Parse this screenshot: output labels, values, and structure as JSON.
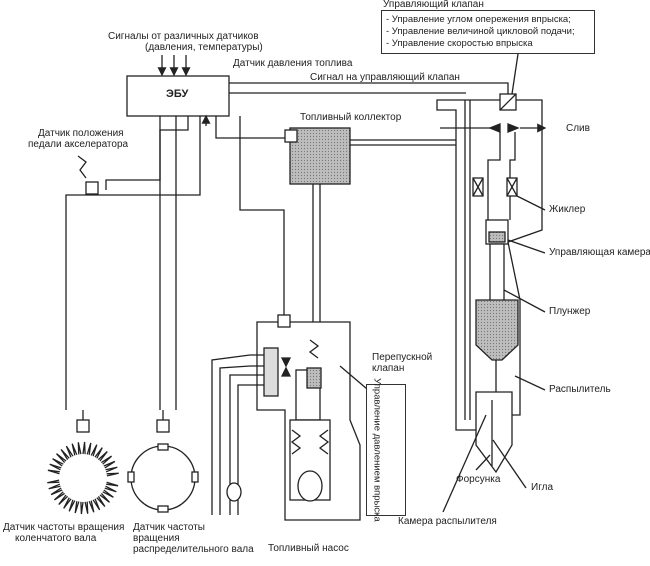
{
  "labels": {
    "ecu": "ЭБУ",
    "sensors_signals": "Сигналы от различных датчиков",
    "sensors_signals_sub": "(давления, температуры)",
    "pressure_sensor": "Датчик давления топлива",
    "valve_signal": "Сигнал на управляющий клапан",
    "control_valve_title": "Управляющий клапан",
    "fuel_rail": "Топливный коллектор",
    "pedal_sensor_line1": "Датчик положения",
    "pedal_sensor_line2": "педали акселератора",
    "drain": "Слив",
    "jet": "Жиклер",
    "control_chamber": "Управляющая камера",
    "plunger": "Плунжер",
    "bypass_valve_line1": "Перепускной",
    "bypass_valve_line2": "клапан",
    "pressure_control": "Управление давлением впрыска",
    "atomizer": "Распылитель",
    "injector": "Форсунка",
    "needle": "Игла",
    "atomizer_chamber": "Камера распылителя",
    "fuel_pump": "Топливный насос",
    "crank_sensor_line1": "Датчик частоты вращения",
    "crank_sensor_line2": "коленчатого вала",
    "dist_sensor_line1": "Датчик частоты",
    "dist_sensor_line2": "вращения",
    "dist_sensor_line3": "распределительного вала"
  },
  "valve_box_items": [
    "- Управление углом опережения впрыска;",
    "- Управление величиной цикловой подачи;",
    "- Управление скоростью впрыска"
  ]
}
